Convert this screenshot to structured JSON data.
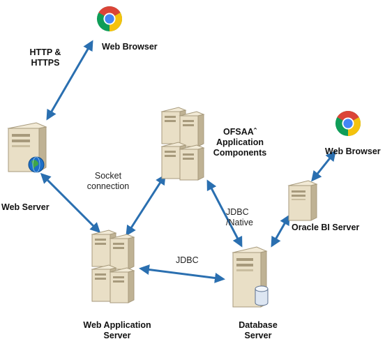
{
  "labels": {
    "http": "HTTP &\nHTTPS",
    "web_browser_top": "Web Browser",
    "web_browser_right": "Web Browser",
    "web_server": "Web Server",
    "socket": "Socket\nconnection",
    "ofsaa": "OFSAAˆ\nApplication\nComponents",
    "jdbc_native": "JDBC\n/Native",
    "oracle_bi": "Oracle BI Server",
    "jdbc": "JDBC",
    "web_app_server": "Web Application\nServer",
    "database_server": "Database\nServer"
  },
  "colors": {
    "arrow": "#2a6fb0",
    "server_light": "#f2ead6",
    "server_mid": "#d8ccae",
    "server_dark": "#a79a7c",
    "chrome_red": "#db4437",
    "chrome_yellow": "#f4c20d",
    "chrome_green": "#0f9d58",
    "chrome_blue": "#4285f4"
  },
  "icons": [
    "chrome-icon",
    "tower-server-icon",
    "server-cluster-icon",
    "globe-icon",
    "database-cylinder-icon"
  ]
}
